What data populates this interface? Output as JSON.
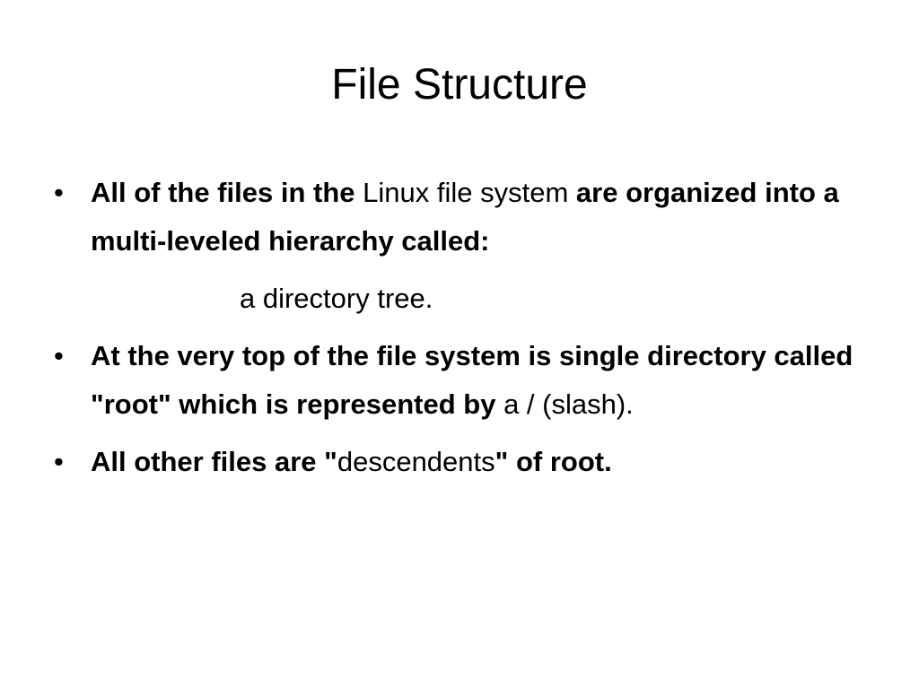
{
  "slide": {
    "title": "File Structure",
    "bullet_symbol": "•",
    "bullets": [
      {
        "segments": [
          {
            "text": "All of the files in the ",
            "weight": "bold"
          },
          {
            "text": "Linux file system ",
            "weight": "normal"
          },
          {
            "text": "are organized into a multi-leveled hierarchy called:",
            "weight": "bold"
          }
        ],
        "subline": "a directory tree."
      },
      {
        "segments": [
          {
            "text": "At the very top of the file system is single directory called \"root\" which is represented by ",
            "weight": "bold"
          },
          {
            "text": "a / (slash).",
            "weight": "normal"
          }
        ]
      },
      {
        "segments": [
          {
            "text": "All other files are \"",
            "weight": "bold"
          },
          {
            "text": "descendents",
            "weight": "normal"
          },
          {
            "text": "\" of root.",
            "weight": "bold"
          }
        ]
      }
    ]
  }
}
